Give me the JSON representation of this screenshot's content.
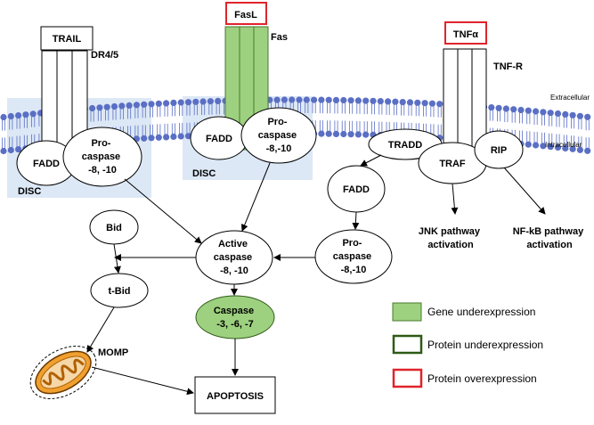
{
  "colors": {
    "membrane": "#5a6fc4",
    "disc_box": "#dde8f6",
    "gene_underexpression_fill": "#9dd07f",
    "gene_underexpression_stroke": "#4a7a2c",
    "protein_overexpression": "#e0242b",
    "protein_underexpression": "#2e5a16"
  },
  "ligands": {
    "trail": "TRAIL",
    "fasl": "FasL",
    "tnfa": "TNFα"
  },
  "receptors": {
    "dr45": "DR4/5",
    "fas": "Fas",
    "tnfr": "TNF-R"
  },
  "regions": {
    "extracellular": "Extracellular",
    "intracellular": "Intracellular"
  },
  "disc": {
    "left": {
      "fadd": "FADD",
      "procaspase": [
        "Pro-",
        "caspase",
        "-8, -10"
      ],
      "label": "DISC"
    },
    "middle": {
      "fadd": "FADD",
      "procaspase": [
        "Pro-",
        "caspase",
        "-8,-10"
      ],
      "label": "DISC"
    }
  },
  "tnf_complex": {
    "tradd": "TRADD",
    "traf": "TRAF",
    "rip": "RIP",
    "fadd": "FADD",
    "procaspase": [
      "Pro-",
      "caspase",
      "-8,-10"
    ]
  },
  "outputs": {
    "jnk": [
      "JNK pathway",
      "activation"
    ],
    "nfkb": [
      "NF-kB pathway",
      "activation"
    ]
  },
  "core": {
    "bid": "Bid",
    "tbid": "t-Bid",
    "active_caspase": [
      "Active",
      "caspase",
      "-8, -10"
    ],
    "caspase_exec": [
      "Caspase",
      "-3, -6, -7"
    ],
    "momp": "MOMP",
    "apoptosis": "APOPTOSIS"
  },
  "legend": {
    "gene_underexpression": "Gene underexpression",
    "protein_underexpression": "Protein underexpression",
    "protein_overexpression": "Protein overexpression"
  }
}
